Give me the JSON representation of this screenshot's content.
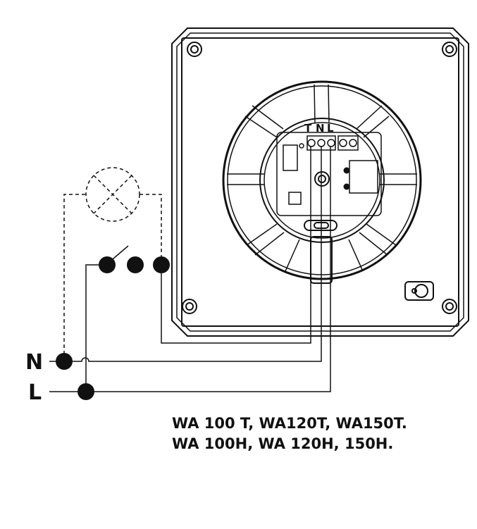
{
  "terminal_labels": {
    "t": "T",
    "n": "N",
    "l": "L"
  },
  "supply_labels": {
    "neutral": "N",
    "live": "L"
  },
  "caption": {
    "line1": "WA 100 T, WA120T, WA150T.",
    "line2": "WA 100H, WA 120H, 150H."
  },
  "icons": [
    "lamp-icon",
    "switch-icon",
    "fan-unit-icon",
    "terminal-block-icon"
  ],
  "colors": {
    "line": "#111111",
    "background": "#ffffff"
  }
}
